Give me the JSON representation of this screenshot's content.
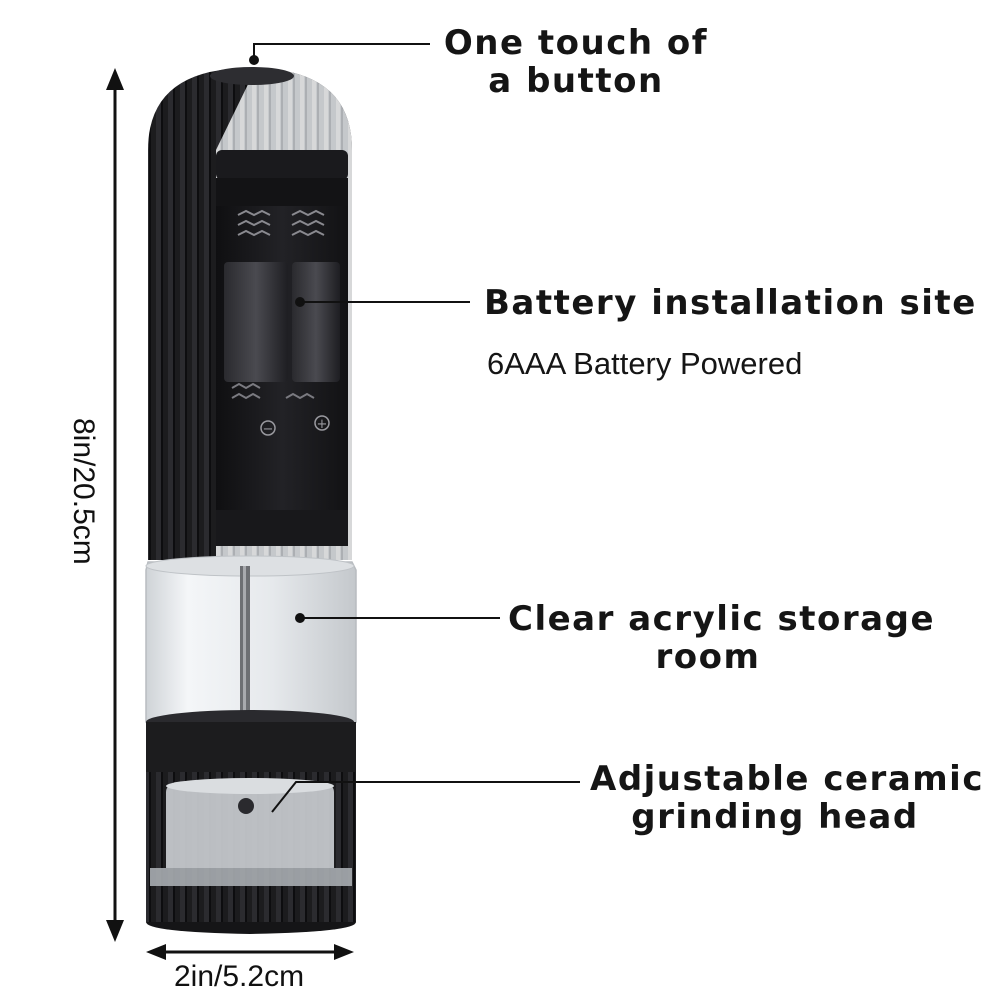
{
  "callouts": {
    "button": {
      "line1": "One touch of",
      "line2": "a button"
    },
    "battery": {
      "title": "Battery installation site",
      "detail": "6AAA Battery Powered"
    },
    "storage": {
      "line1": "Clear acrylic storage",
      "line2": "room"
    },
    "grinder": {
      "line1": "Adjustable ceramic",
      "line2": "grinding head"
    }
  },
  "dimensions": {
    "height": "8in/20.5cm",
    "width": "2in/5.2cm"
  },
  "battery_terminals": {
    "negative": "−",
    "positive": "+"
  },
  "colors": {
    "body": "#1c1c1e",
    "rib_dark": "#101012",
    "rib_light": "#2c2c30",
    "acrylic": "#e9ecef",
    "leader": "#111111"
  }
}
